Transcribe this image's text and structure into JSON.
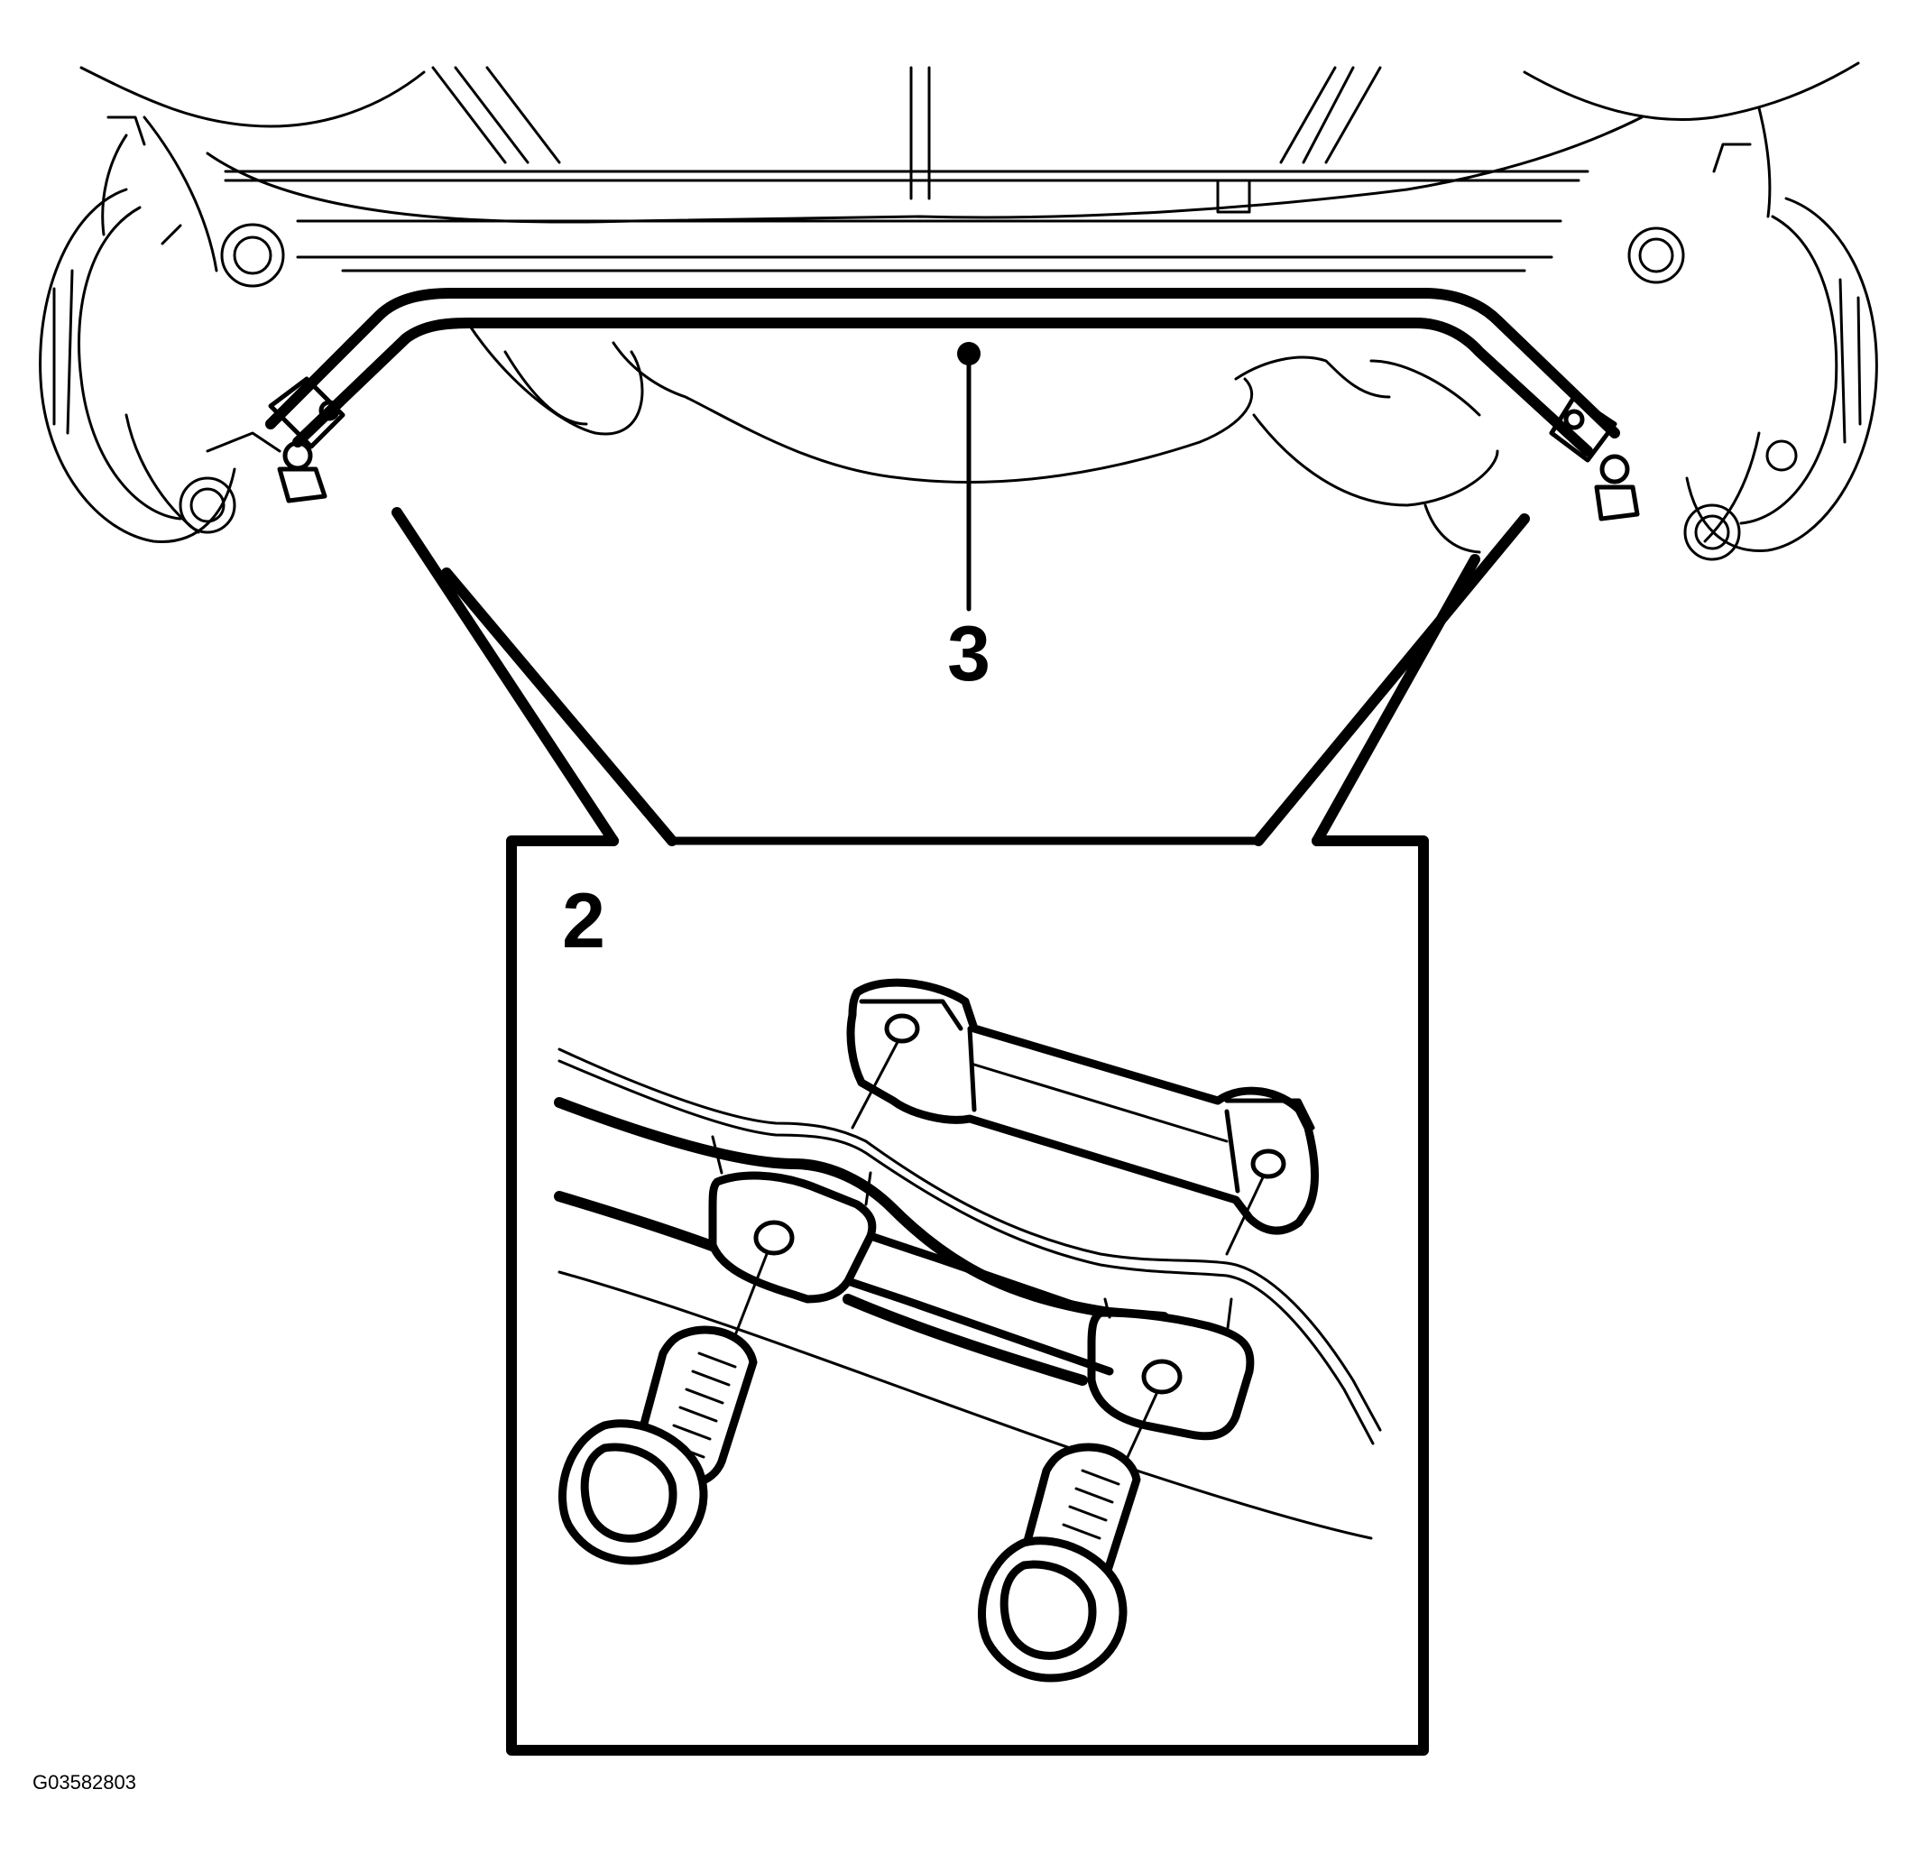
{
  "callouts": {
    "detail_number": "2",
    "part_number": "3"
  },
  "figure_id": "G03582803",
  "colors": {
    "line": "#000000",
    "background": "#ffffff"
  }
}
